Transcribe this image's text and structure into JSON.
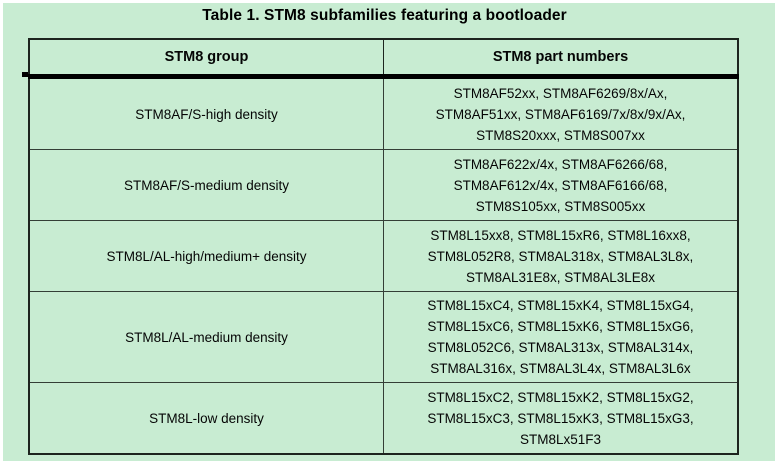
{
  "title": "Table 1. STM8 subfamilies featuring a bootloader",
  "table": {
    "headers": [
      "STM8 group",
      "STM8 part numbers"
    ],
    "rows": [
      {
        "group": "STM8AF/S-high density",
        "parts": [
          "STM8AF52xx, STM8AF6269/8x/Ax,",
          "STM8AF51xx, STM8AF6169/7x/8x/9x/Ax,",
          "STM8S20xxx, STM8S007xx"
        ]
      },
      {
        "group": "STM8AF/S-medium density",
        "parts": [
          "STM8AF622x/4x, STM8AF6266/68,",
          "STM8AF612x/4x, STM8AF6166/68,",
          "STM8S105xx, STM8S005xx"
        ]
      },
      {
        "group": "STM8L/AL-high/medium+ density",
        "parts": [
          "STM8L15xx8, STM8L15xR6, STM8L16xx8,",
          "STM8L052R8, STM8AL318x, STM8AL3L8x,",
          "STM8AL31E8x, STM8AL3LE8x"
        ]
      },
      {
        "group": "STM8L/AL-medium density",
        "parts": [
          "STM8L15xC4, STM8L15xK4, STM8L15xG4,",
          "STM8L15xC6, STM8L15xK6, STM8L15xG6,",
          "STM8L052C6, STM8AL313x, STM8AL314x,",
          "STM8AL316x, STM8AL3L4x, STM8AL3L6x"
        ]
      },
      {
        "group": "STM8L-low density",
        "parts": [
          "STM8L15xC2, STM8L15xK2, STM8L15xG2,",
          "STM8L15xC3, STM8L15xK3, STM8L15xG3,",
          "STM8Lx51F3"
        ]
      }
    ]
  },
  "colors": {
    "page_background": "#ffffff",
    "panel_background": "#c8ecd2",
    "table_border": "#1c241e",
    "inner_border": "#343e36",
    "header_rule": "#000000",
    "text": "#000000"
  }
}
